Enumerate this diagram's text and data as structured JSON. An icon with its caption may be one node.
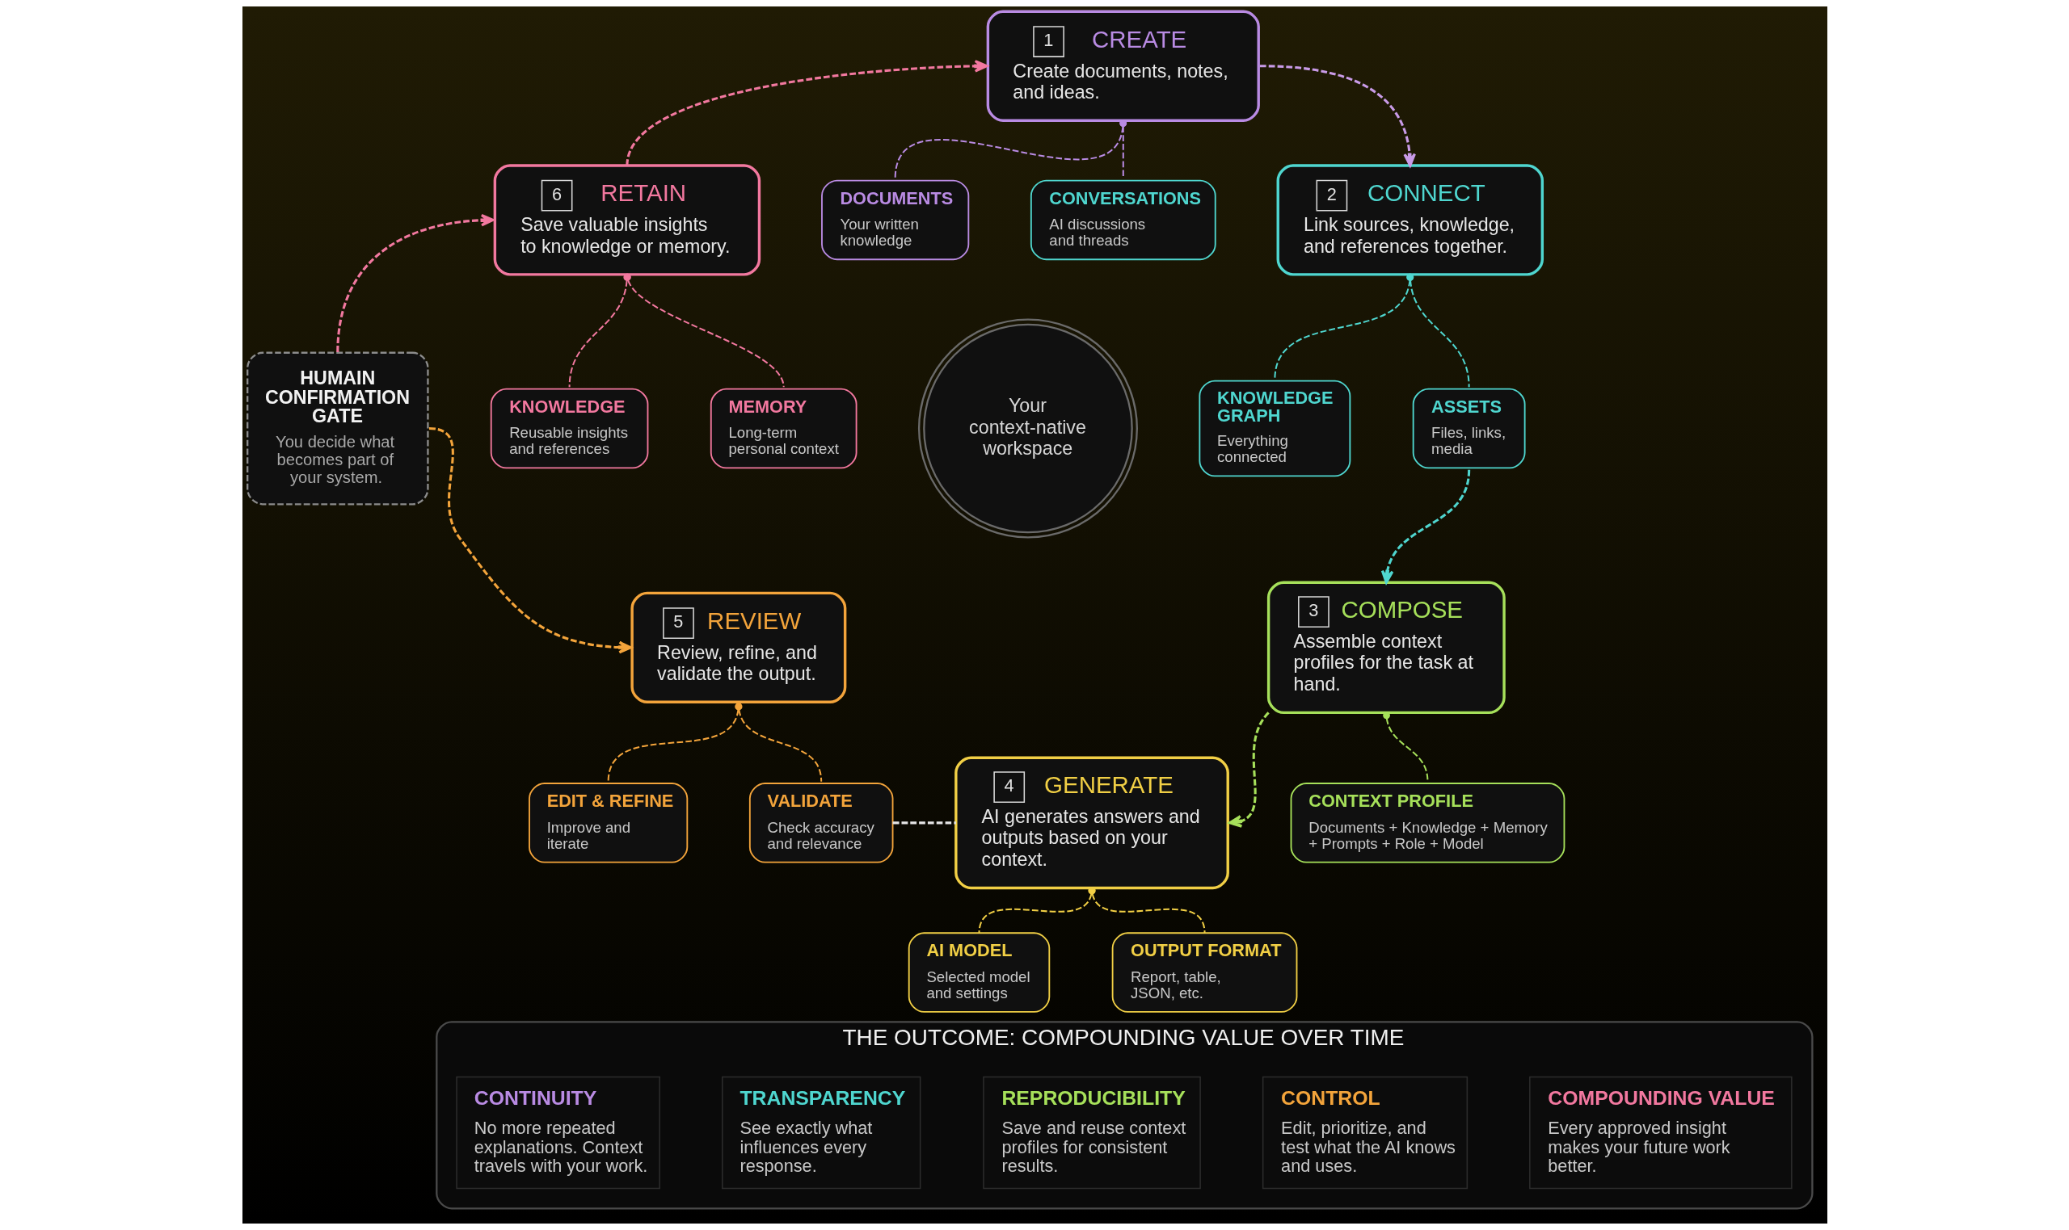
{
  "diagram": {
    "nodes": [
      {
        "text": [
          "1",
          "CREATE",
          "Create documents, notes, and ideas."
        ]
      },
      {
        "text": [
          "6",
          "RETAIN",
          "Save valuable insights to knowledge or memory."
        ]
      },
      {
        "text": [
          "DOCUMENTS",
          "Your written knowledge"
        ]
      },
      {
        "text": [
          "CONVERSATIONS",
          "AI discussions and threads"
        ]
      },
      {
        "text": [
          "2",
          "CONNECT",
          "Link sources, knowledge, and references together."
        ]
      },
      {
        "text": [
          "KNOWLEDGE",
          "Reusable insights and references"
        ]
      },
      {
        "text": [
          "MEMORY",
          "Long-term personal context"
        ]
      },
      {
        "text": [
          "KNOWLEDGE GRAPH",
          "Everything connected"
        ]
      },
      {
        "text": [
          "ASSETS",
          "Files, links, media"
        ]
      },
      {
        "text": [
          "HUMAIN CONFIRMATION GATE",
          "You decide what becomes part of your system."
        ]
      },
      {
        "text": [
          "Your context-native workspace"
        ]
      },
      {
        "text": [
          "5",
          "REVIEW",
          "Review, refine, and validate the output."
        ]
      },
      {
        "text": [
          "3",
          "COMPOSE",
          "Assemble context profiles for the task at hand."
        ]
      },
      {
        "text": [
          "4",
          "GENERATE",
          "AI generates answers and outputs based on your context."
        ]
      },
      {
        "text": [
          "EDIT & REFINE",
          "Improve and iterate"
        ]
      },
      {
        "text": [
          "VALIDATE",
          "Check accuracy and relevance"
        ]
      },
      {
        "text": [
          "CONTEXT PROFILE",
          "Documents + Knowledge + Memory + Prompts + Role + Model"
        ]
      },
      {
        "text": [
          "AI MODEL",
          "Selected model and settings"
        ]
      },
      {
        "text": [
          "OUTPUT FORMAT",
          "Report, table, JSON, etc."
        ]
      },
      {
        "text": [
          "THE OUTCOME: COMPOUNDING VALUE OVER TIME"
        ]
      },
      {
        "text": [
          "CONTINUITY",
          "No more repeated explanations. Context travels with your work."
        ],
        "in": 19
      },
      {
        "text": [
          "TRANSPARENCY",
          "See exactly what influences every response."
        ],
        "in": 19
      },
      {
        "text": [
          "REPRODUCIBILITY",
          "Save and reuse context profiles for consistent results."
        ],
        "in": 19
      },
      {
        "text": [
          "CONTROL",
          "Edit, prioritize, and test what the AI knows and uses."
        ],
        "in": 19
      },
      {
        "text": [
          "COMPOUNDING VALUE",
          "Every approved insight makes your future work better."
        ],
        "in": 19
      }
    ],
    "edges": [
      {
        "from": 1,
        "to": 0,
        "arrow": "to",
        "style": "dashed",
        "color": "#f2789f"
      },
      {
        "from": 0,
        "to": 4,
        "arrow": "to",
        "style": "dashed",
        "color": "#c99be8"
      },
      {
        "from": 8,
        "to": 12,
        "arrow": "to",
        "style": "dashed",
        "color": "#4fd6cf"
      },
      {
        "from": 12,
        "to": 13,
        "arrow": "to",
        "style": "dashed",
        "color": "#a6e05a"
      },
      {
        "from": 15,
        "to": 13,
        "arrow": "none",
        "style": "dashed",
        "color": "#e6e6e6"
      },
      {
        "from": 9,
        "to": 1,
        "arrow": "to",
        "style": "dashed",
        "color": "#f2789f"
      },
      {
        "from": 9,
        "to": 11,
        "arrow": "to",
        "style": "dashed",
        "color": "#f3a43b"
      },
      {
        "from": 0,
        "to": 2,
        "arrow": "other",
        "style": "dashed",
        "color": "#b98be3"
      },
      {
        "from": 0,
        "to": 3,
        "arrow": "other",
        "style": "dashed",
        "color": "#b98be3"
      },
      {
        "from": 1,
        "to": 5,
        "arrow": "other",
        "style": "dashed",
        "color": "#f2789f"
      },
      {
        "from": 1,
        "to": 6,
        "arrow": "other",
        "style": "dashed",
        "color": "#f2789f"
      },
      {
        "from": 4,
        "to": 7,
        "arrow": "other",
        "style": "dashed",
        "color": "#4fd6cf"
      },
      {
        "from": 4,
        "to": 8,
        "arrow": "other",
        "style": "dashed",
        "color": "#4fd6cf"
      },
      {
        "from": 12,
        "to": 16,
        "arrow": "other",
        "style": "dashed",
        "color": "#a6e05a"
      },
      {
        "from": 11,
        "to": 14,
        "arrow": "other",
        "style": "dashed",
        "color": "#f3a43b"
      },
      {
        "from": 11,
        "to": 15,
        "arrow": "other",
        "style": "dashed",
        "color": "#f3a43b"
      },
      {
        "from": 13,
        "to": 17,
        "arrow": "other",
        "style": "dashed",
        "color": "#f1cf45"
      },
      {
        "from": 13,
        "to": 18,
        "arrow": "other",
        "style": "dashed",
        "color": "#f1cf45"
      }
    ]
  }
}
